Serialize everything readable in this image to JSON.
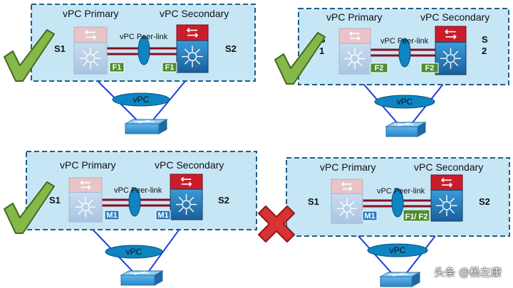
{
  "panels": [
    {
      "primary_label": "vPC Primary",
      "secondary_label": "vPC Secondary",
      "peer_link_label": "vPC Peer-link",
      "s1_label": "S1",
      "s2_label": "S2",
      "vpc_label": "vPC",
      "module_primary": "F1",
      "module_secondary": "F1",
      "result": "check"
    },
    {
      "primary_label": "vPC Primary",
      "secondary_label": "vPC Secondary",
      "peer_link_label": "vPC Peer-link",
      "s1_label": "S 1",
      "s2_label": "S 2",
      "vpc_label": "vPC",
      "module_primary": "F2",
      "module_secondary": "F2",
      "result": "check"
    },
    {
      "primary_label": "vPC Primary",
      "secondary_label": "vPC Secondary",
      "peer_link_label": "vPC Peer-link",
      "s1_label": "S1",
      "s2_label": "S2",
      "vpc_label": "vPC",
      "module_primary": "M1",
      "module_secondary": "M1",
      "result": "check"
    },
    {
      "primary_label": "vPC Primary",
      "secondary_label": "vPC Secondary",
      "peer_link_label": "vPC Peer-link",
      "s1_label": "S1",
      "s2_label": "S2",
      "vpc_label": "vPC",
      "module_primary": "M1",
      "module_secondary": "F1/ F2",
      "result": "cross"
    }
  ],
  "watermark": "头条 @杨左康",
  "colors": {
    "panel_fill": "#c6e6f6",
    "panel_border": "#1f5f86",
    "peer_link": "#8b0e1c",
    "vpc_ellipse": "#0e84c2",
    "link_line": "#1d3fe0",
    "module_f": "#4b8e2f",
    "module_m": "#2a7bc0",
    "check": "#86b749",
    "cross": "#d83232"
  }
}
